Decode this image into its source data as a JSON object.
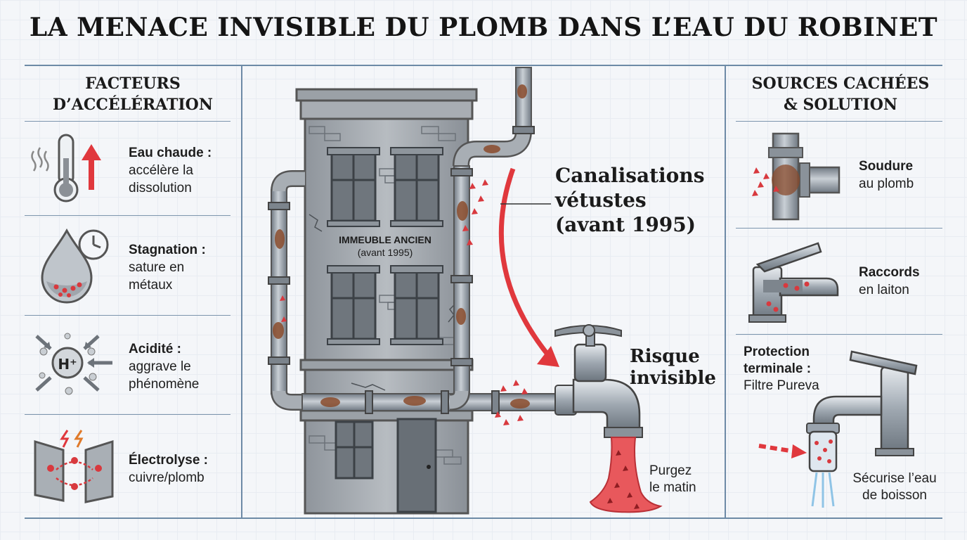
{
  "title": "LA MENACE INVISIBLE DU PLOMB DANS L’EAU DU ROBINET",
  "left": {
    "heading_line1": "FACTEURS",
    "heading_line2": "D’ACCÉLÉRATION",
    "items": [
      {
        "name": "Eau chaude :",
        "desc1": "accélère la",
        "desc2": "dissolution",
        "icon": "thermometer-icon"
      },
      {
        "name": "Stagnation :",
        "desc1": "sature en",
        "desc2": "métaux",
        "icon": "water-drop-clock-icon"
      },
      {
        "name": "Acidité :",
        "desc1": "aggrave le",
        "desc2": "phénomène",
        "icon": "hydrogen-ion-icon"
      },
      {
        "name": "Électrolyse :",
        "desc1": "cuivre/plomb",
        "desc2": "",
        "icon": "electrolysis-icon"
      }
    ]
  },
  "center": {
    "building_label1": "IMMEUBLE ANCIEN",
    "building_label2": "(avant 1995)",
    "pipes_label1": "Canalisations",
    "pipes_label2": "vétustes",
    "pipes_label3": "(avant 1995)",
    "risk_label1": "Risque",
    "risk_label2": "invisible",
    "purge_label1": "Purgez",
    "purge_label2": "le matin"
  },
  "right": {
    "heading_line1": "SOURCES CACHÉES",
    "heading_line2": "& SOLUTION",
    "items": [
      {
        "name": "Soudure",
        "desc": "au plomb",
        "icon": "solder-joint-icon"
      },
      {
        "name": "Raccords",
        "desc": "en laiton",
        "icon": "brass-faucet-icon"
      }
    ],
    "protection_line1": "Protection",
    "protection_line2": "terminale :",
    "protection_line3": "Filtre Pureva",
    "secure_line1": "Sécurise l’eau",
    "secure_line2": "de boisson"
  },
  "colors": {
    "rust": "#8a4b2c",
    "lead": "#d8393e",
    "steel": "#9aa3ad",
    "line": "#6d8aa6"
  }
}
